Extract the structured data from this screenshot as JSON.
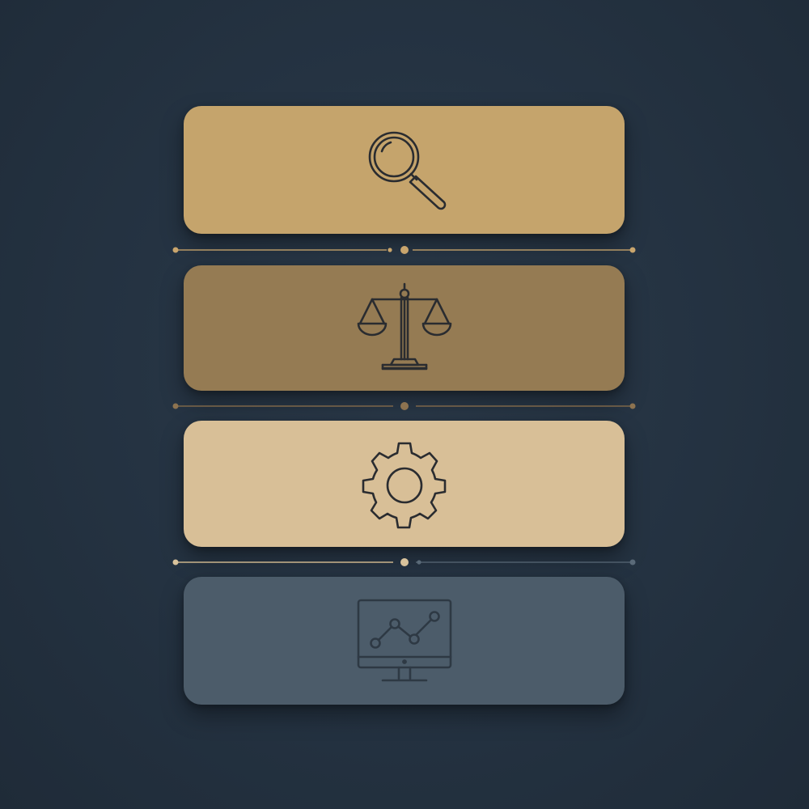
{
  "diagram": {
    "steps": [
      {
        "id": "step-1",
        "icon": "magnifying-glass-icon",
        "color": "#c5a46c",
        "icon_color": "#2a2c30"
      },
      {
        "id": "step-2",
        "icon": "balance-scale-icon",
        "color": "#957b53",
        "icon_color": "#2a2c30"
      },
      {
        "id": "step-3",
        "icon": "gear-icon",
        "color": "#d8bf97",
        "icon_color": "#2a2c30"
      },
      {
        "id": "step-4",
        "icon": "monitor-chart-icon",
        "color": "#4c5c6a",
        "icon_color": "#2e3944"
      }
    ],
    "connector_colors": [
      "#c9a56d",
      "#8d7350",
      "#d9c39c"
    ],
    "background": "#243241"
  }
}
